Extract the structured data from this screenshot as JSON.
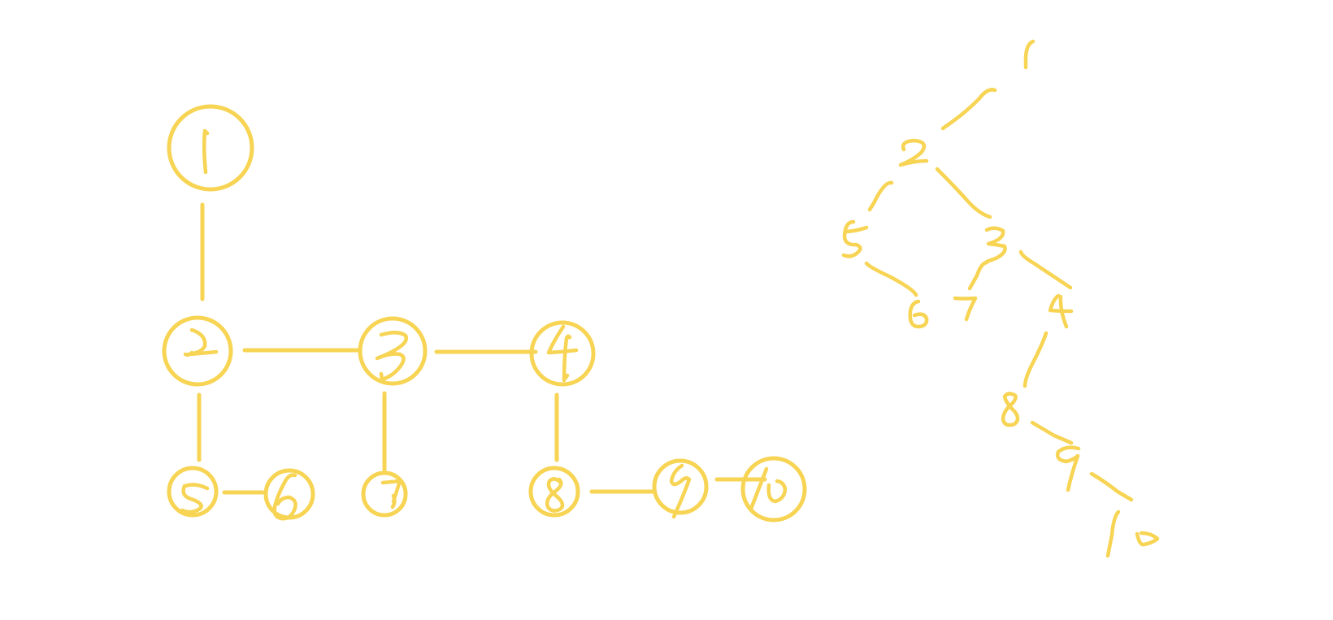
{
  "colors": {
    "ink": "#f7d453",
    "background": "#ffffff"
  },
  "tree_structure": {
    "nodes": [
      "1",
      "2",
      "3",
      "4",
      "5",
      "6",
      "7",
      "8",
      "9",
      "10"
    ],
    "edges": [
      [
        "1",
        "2"
      ],
      [
        "2",
        "3"
      ],
      [
        "3",
        "4"
      ],
      [
        "2",
        "5"
      ],
      [
        "5",
        "6"
      ],
      [
        "3",
        "7"
      ],
      [
        "4",
        "8"
      ],
      [
        "8",
        "9"
      ],
      [
        "9",
        "10"
      ]
    ]
  },
  "binary_tree": {
    "nodes": [
      "1",
      "2",
      "5",
      "3",
      "6",
      "7",
      "4",
      "8",
      "9",
      "10"
    ],
    "edges": [
      [
        "1",
        "2"
      ],
      [
        "2",
        "5"
      ],
      [
        "2",
        "3"
      ],
      [
        "5",
        "6"
      ],
      [
        "3",
        "7"
      ],
      [
        "3",
        "4"
      ],
      [
        "4",
        "8"
      ],
      [
        "8",
        "9"
      ],
      [
        "9",
        "10"
      ]
    ]
  }
}
